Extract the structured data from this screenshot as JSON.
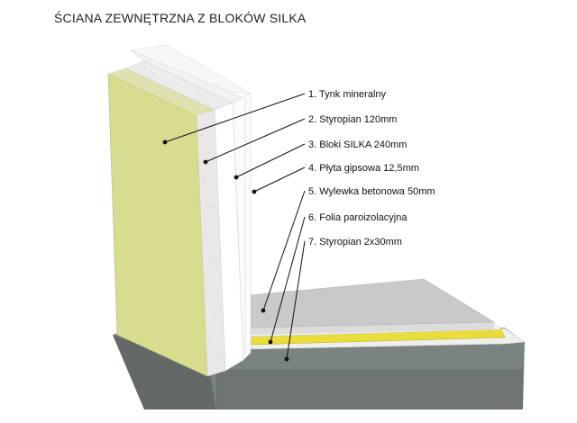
{
  "title": "ŚCIANA ZEWNĘTRZNA Z BLOKÓW SILKA",
  "labels": [
    "1. Tynk mineralny",
    "2. Styropian 120mm",
    "3. Bloki SILKA 240mm",
    "4. Płyta gipsowa 12,5mm",
    "5. Wylewka betonowa 50mm",
    "6. Folia paroizolacyjna",
    "7. Styropian 2x30mm"
  ],
  "colors": {
    "render": "#d8dc8f",
    "styrofoam": "#e6e6e6",
    "silka_block": "#ffffff",
    "concrete_screed": "#c9c9c9",
    "vapour_foil": "#e2d533",
    "foundation": "#6f7673",
    "leader_line": "#111111"
  }
}
